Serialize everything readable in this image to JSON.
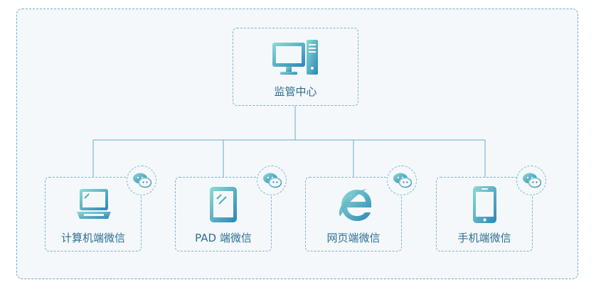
{
  "center": {
    "label": "监管中心",
    "icon": "desktop-computer-icon"
  },
  "clients": [
    {
      "label": "计算机端微信",
      "icon": "laptop-icon"
    },
    {
      "label": "PAD 端微信",
      "icon": "tablet-icon"
    },
    {
      "label": "网页端微信",
      "icon": "ie-browser-icon"
    },
    {
      "label": "手机端微信",
      "icon": "phone-icon"
    }
  ],
  "badge_icon": "wechat-icon",
  "colors": {
    "border": "#6aaac8",
    "line": "#6aaac8",
    "text": "#2f6f90",
    "icon_from": "#7ed3d0",
    "icon_to": "#2a86b8"
  }
}
